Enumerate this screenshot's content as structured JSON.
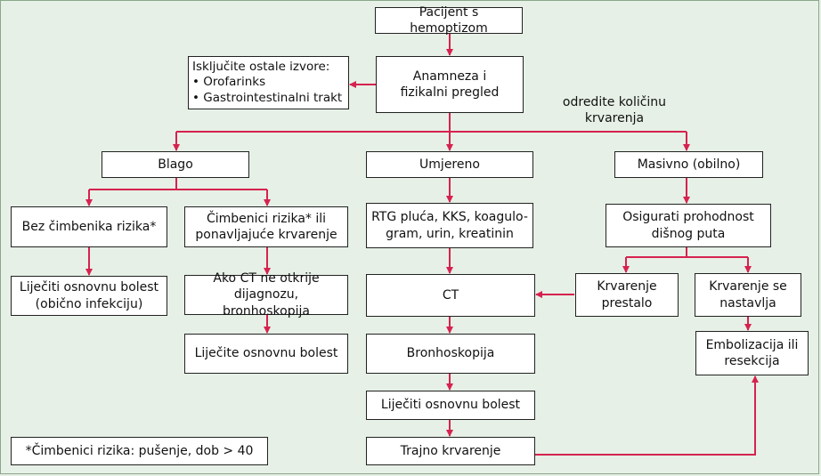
{
  "colors": {
    "arrow": "#d6224f",
    "background": "#e6f0e6",
    "box_border": "#222222"
  },
  "nodes": {
    "patient": "Pacijent s hemoptizom",
    "history": "Anamneza i\nfizikalni pregled",
    "exclude": "Isključite ostale izvore:\n• Orofarinks\n• Gastrointestinalni trakt",
    "mild": "Blago",
    "moderate": "Umjereno",
    "massive": "Masivno (obilno)",
    "no_risk": "Bez čimbenika rizika*",
    "risk": "Čimbenici rizika* ili\nponavljajuće krvarenje",
    "moderate_tests": "RTG pluća, KKS, koagulo-\ngram, urin, kreatinin",
    "airway": "Osigurati prohodnost\ndišnog puta",
    "treat_infection": "Liječiti osnovnu bolest\n(obično infekciju)",
    "ct_bronch": "Ako CT ne otkrije\ndijagnozu, bronhoskopija",
    "ct": "CT",
    "bleeding_stopped": "Krvarenje\nprestalo",
    "bleeding_continues": "Krvarenje se\nnastavlja",
    "treat_underlying_1": "Liječite osnovnu bolest",
    "bronchoscopy": "Bronhoskopija",
    "embolization": "Embolizacija ili\nresekcija",
    "treat_underlying_2": "Liječiti osnovnu bolest",
    "persistent": "Trajno krvarenje",
    "footnote": "*Čimbenici rizika: pušenje, dob > 40"
  },
  "edge_label": "odredite količinu\nkrvarenja"
}
